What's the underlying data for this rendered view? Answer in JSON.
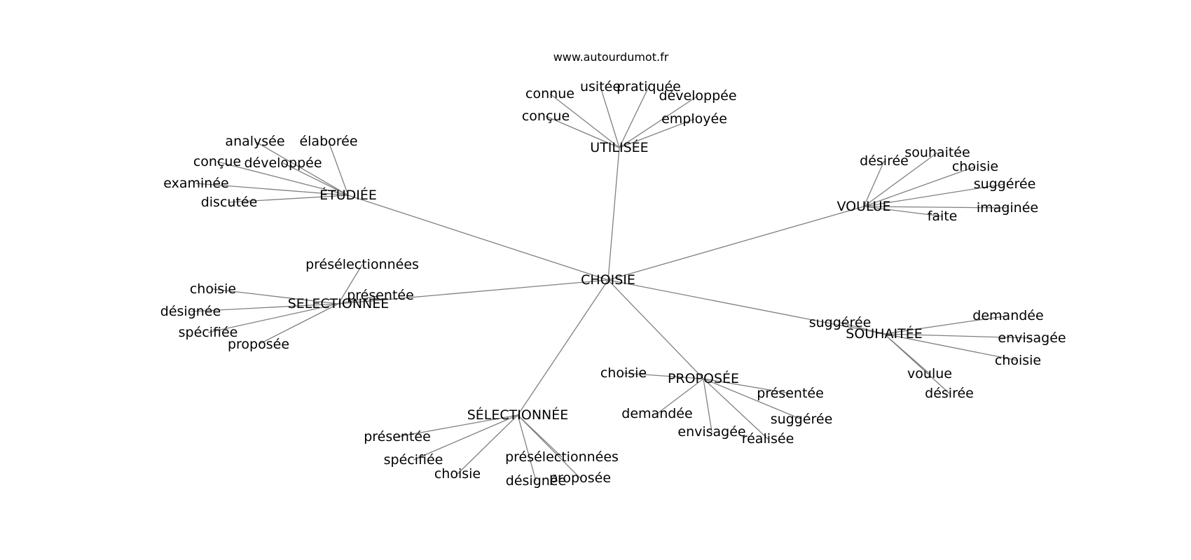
{
  "source": "www.autourdumot.fr",
  "colors": {
    "edge": "#808080",
    "text": "#000000",
    "background": "#ffffff"
  },
  "root": "CHOISIE",
  "clusters": [
    {
      "label": "UTILISÉE",
      "children": [
        "connue",
        "usitée",
        "pratiquée",
        "développée",
        "conçue",
        "employée"
      ]
    },
    {
      "label": "ÉTUDIÉE",
      "children": [
        "analysée",
        "élaborée",
        "conçue",
        "développée",
        "examinée",
        "discutée"
      ]
    },
    {
      "label": "VOULUE",
      "children": [
        "désirée",
        "souhaitée",
        "choisie",
        "suggérée",
        "imaginée",
        "faite"
      ]
    },
    {
      "label": "SELECTIONNÉE",
      "children": [
        "présélectionnées",
        "choisie",
        "présentée",
        "désignée",
        "spécifiée",
        "proposée"
      ]
    },
    {
      "label": "SOUHAITÉE",
      "children": [
        "suggérée",
        "demandée",
        "envisagée",
        "choisie",
        "voulue",
        "désirée"
      ]
    },
    {
      "label": "PROPOSÉE",
      "children": [
        "choisie",
        "présentée",
        "demandée",
        "suggérée",
        "envisagée",
        "réalisée"
      ]
    },
    {
      "label": "SÉLECTIONNÉE",
      "children": [
        "présentée",
        "spécifiée",
        "choisie",
        "présélectionnées",
        "désignée",
        "proposée"
      ]
    }
  ]
}
